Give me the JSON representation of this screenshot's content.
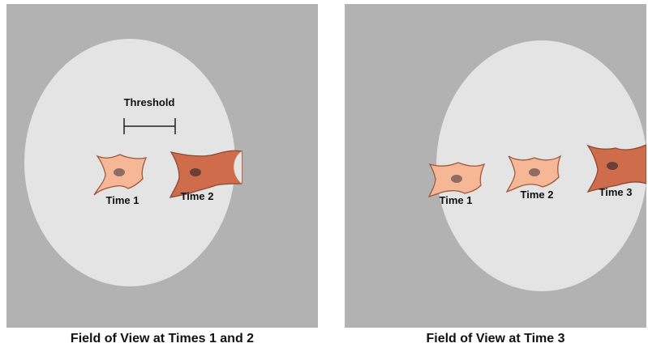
{
  "panels": [
    {
      "caption": "Field of View at Times 1 and 2",
      "threshold_label": "Threshold",
      "cells": [
        {
          "label": "Time 1",
          "color": "#f6b797"
        },
        {
          "label": "Time 2",
          "color": "#cf6c4c"
        }
      ]
    },
    {
      "caption": "Field of View at Time 3",
      "cells": [
        {
          "label": "Time 1",
          "color": "#f6b797"
        },
        {
          "label": "Time 2",
          "color": "#f6b797"
        },
        {
          "label": "Time 3",
          "color": "#cf6c4c"
        }
      ]
    }
  ],
  "colors": {
    "background": "#b2b2b2",
    "field_of_view": "#e4e4e4",
    "cell_outline": "#8b4a33",
    "nucleus": "#8e6b63"
  }
}
